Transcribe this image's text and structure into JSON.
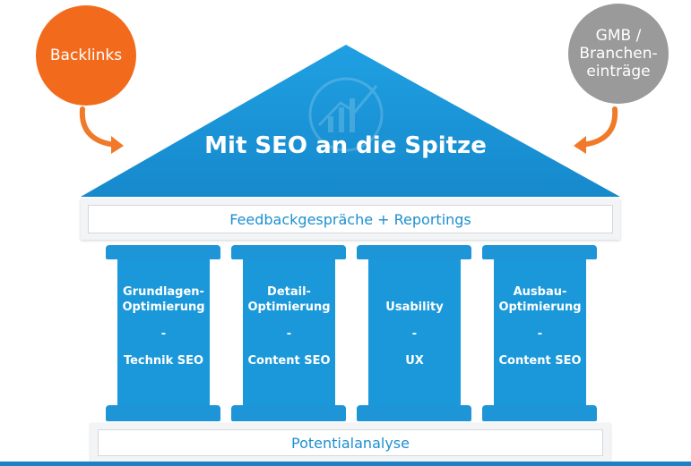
{
  "circles": {
    "left": {
      "label": "Backlinks",
      "color": "#f26b1d"
    },
    "right": {
      "label": "GMB /\nBranchen-\neinträge",
      "color": "#9a9a9a"
    }
  },
  "roof": {
    "title": "Mit SEO an die Spitze",
    "color": "#1b97da"
  },
  "beam_top": {
    "label": "Feedbackgespräche + Reportings"
  },
  "beam_bottom": {
    "label": "Potentialanalyse"
  },
  "pillars": [
    {
      "line1": "Grundlagen-",
      "line2": "Optimierung",
      "sep": "-",
      "line3": "Technik SEO"
    },
    {
      "line1": "Detail-",
      "line2": "Optimierung",
      "sep": "-",
      "line3": "Content SEO"
    },
    {
      "line1": "Usability",
      "line2": "",
      "sep": "-",
      "line3": "UX"
    },
    {
      "line1": "Ausbau-",
      "line2": "Optimierung",
      "sep": "-",
      "line3": "Content SEO"
    }
  ],
  "accent_color": "#1b97da",
  "arrow_color": "#f07a2a"
}
